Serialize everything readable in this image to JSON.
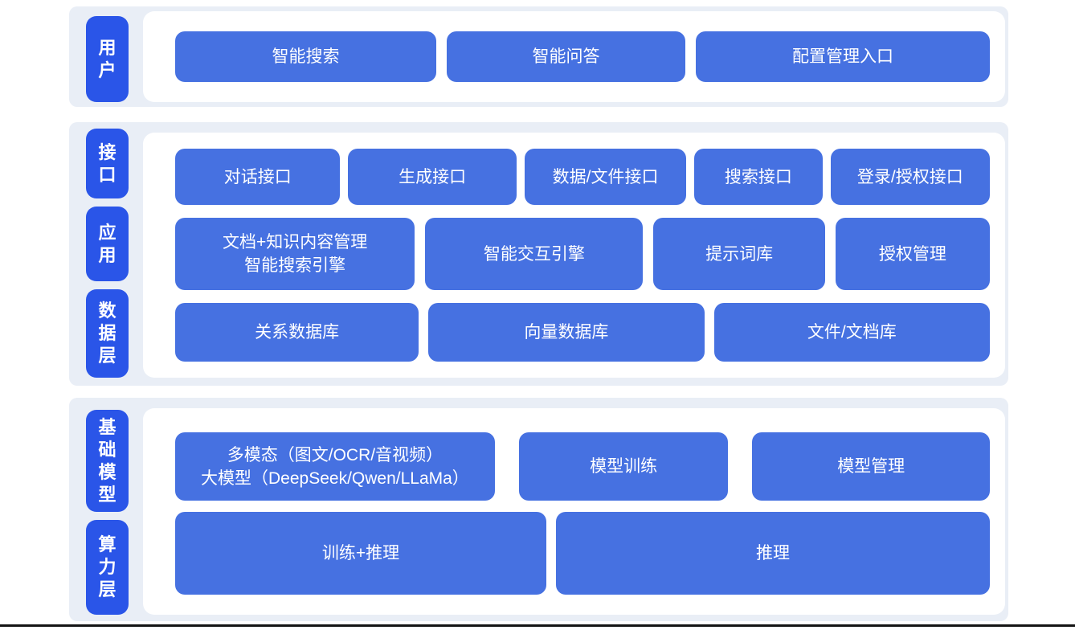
{
  "colors": {
    "pill_blue": "#2a55e8",
    "button_blue": "#4671e1",
    "section_bg": "#e9eef6",
    "page_bg": "#ffffff",
    "text_white": "#ffffff",
    "divider": "#141414"
  },
  "sections": {
    "user": {
      "label": "用户",
      "buttons": {
        "search": "智能搜索",
        "qa": "智能问答",
        "config": "配置管理入口"
      }
    },
    "middle": {
      "labels": {
        "interface": "接口",
        "app": "应用",
        "data": "数据层"
      },
      "row_interface": {
        "dialog": "对话接口",
        "generate": "生成接口",
        "data_file": "数据/文件接口",
        "search": "搜索接口",
        "login": "登录/授权接口"
      },
      "row_app": {
        "doc_km": "文档+知识内容管理\n智能搜索引擎",
        "interaction": "智能交互引擎",
        "prompt": "提示词库",
        "auth": "授权管理"
      },
      "row_data": {
        "rdb": "关系数据库",
        "vdb": "向量数据库",
        "filedb": "文件/文档库"
      }
    },
    "bottom": {
      "labels": {
        "base_model": "基础模型",
        "compute": "算力层"
      },
      "row_model": {
        "multimodal": "多模态（图文/OCR/音视频）\n大模型（DeepSeek/Qwen/LLaMa）",
        "training": "模型训练",
        "management": "模型管理"
      },
      "row_compute": {
        "train_infer": "训练+推理",
        "infer": "推理"
      }
    }
  }
}
